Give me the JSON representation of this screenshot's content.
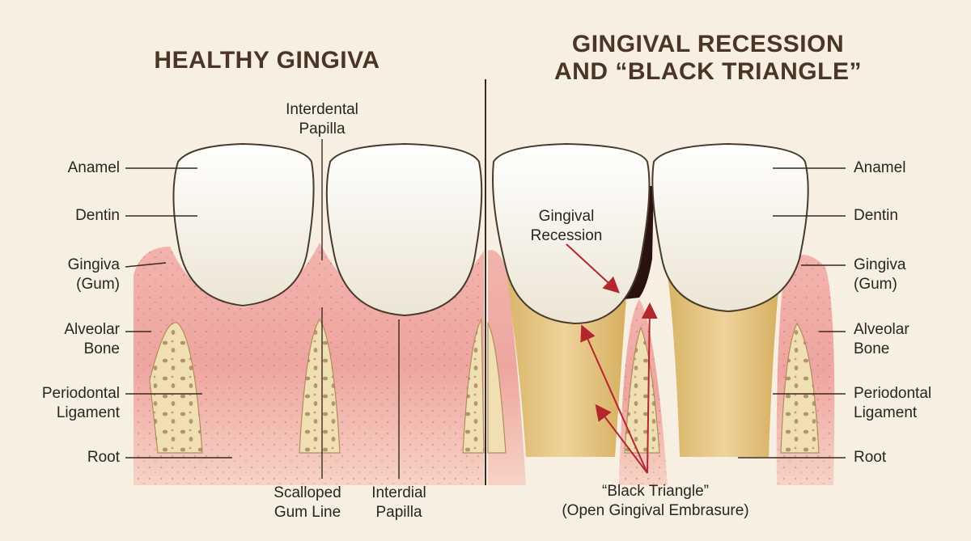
{
  "titles": {
    "healthy": "HEALTHY GINGIVA",
    "recession_line1": "GINGIVAL RECESSION",
    "recession_line2": "AND “BLACK TRIANGLE”"
  },
  "left_labels": {
    "enamel": "Anamel",
    "dentin": "Dentin",
    "gingiva_line1": "Gingiva",
    "gingiva_line2": "(Gum)",
    "alveolar_line1": "Alveolar",
    "alveolar_line2": "Bone",
    "pdl_line1": "Periodontal",
    "pdl_line2": "Ligament",
    "root": "Root"
  },
  "right_labels": {
    "enamel": "Anamel",
    "dentin": "Dentin",
    "gingiva_line1": "Gingiva",
    "gingiva_line2": "(Gum)",
    "alveolar_line1": "Alveolar",
    "alveolar_line2": "Bone",
    "pdl_line1": "Periodontal",
    "pdl_line2": "Ligament",
    "root": "Root"
  },
  "callouts": {
    "interdental_line1": "Interdental",
    "interdental_line2": "Papilla",
    "scalloped_line1": "Scalloped",
    "scalloped_line2": "Gum Line",
    "interdial_line1": "Interdial",
    "interdial_line2": "Papilla",
    "recession_line1": "Gingival",
    "recession_line2": "Recession",
    "black_triangle_line1": "“Black Triangle”",
    "black_triangle_line2": "(Open Gingival Embrasure)"
  },
  "colors": {
    "background": "#f6efe2",
    "gum": "#eba4a0",
    "gum_dark": "#d97a7a",
    "enamel": "#fbf8f0",
    "exposed_root": "#e2c27c",
    "bone": "#f1dfb4",
    "arrow": "#b3262d",
    "black_triangle": "#2a1210"
  }
}
